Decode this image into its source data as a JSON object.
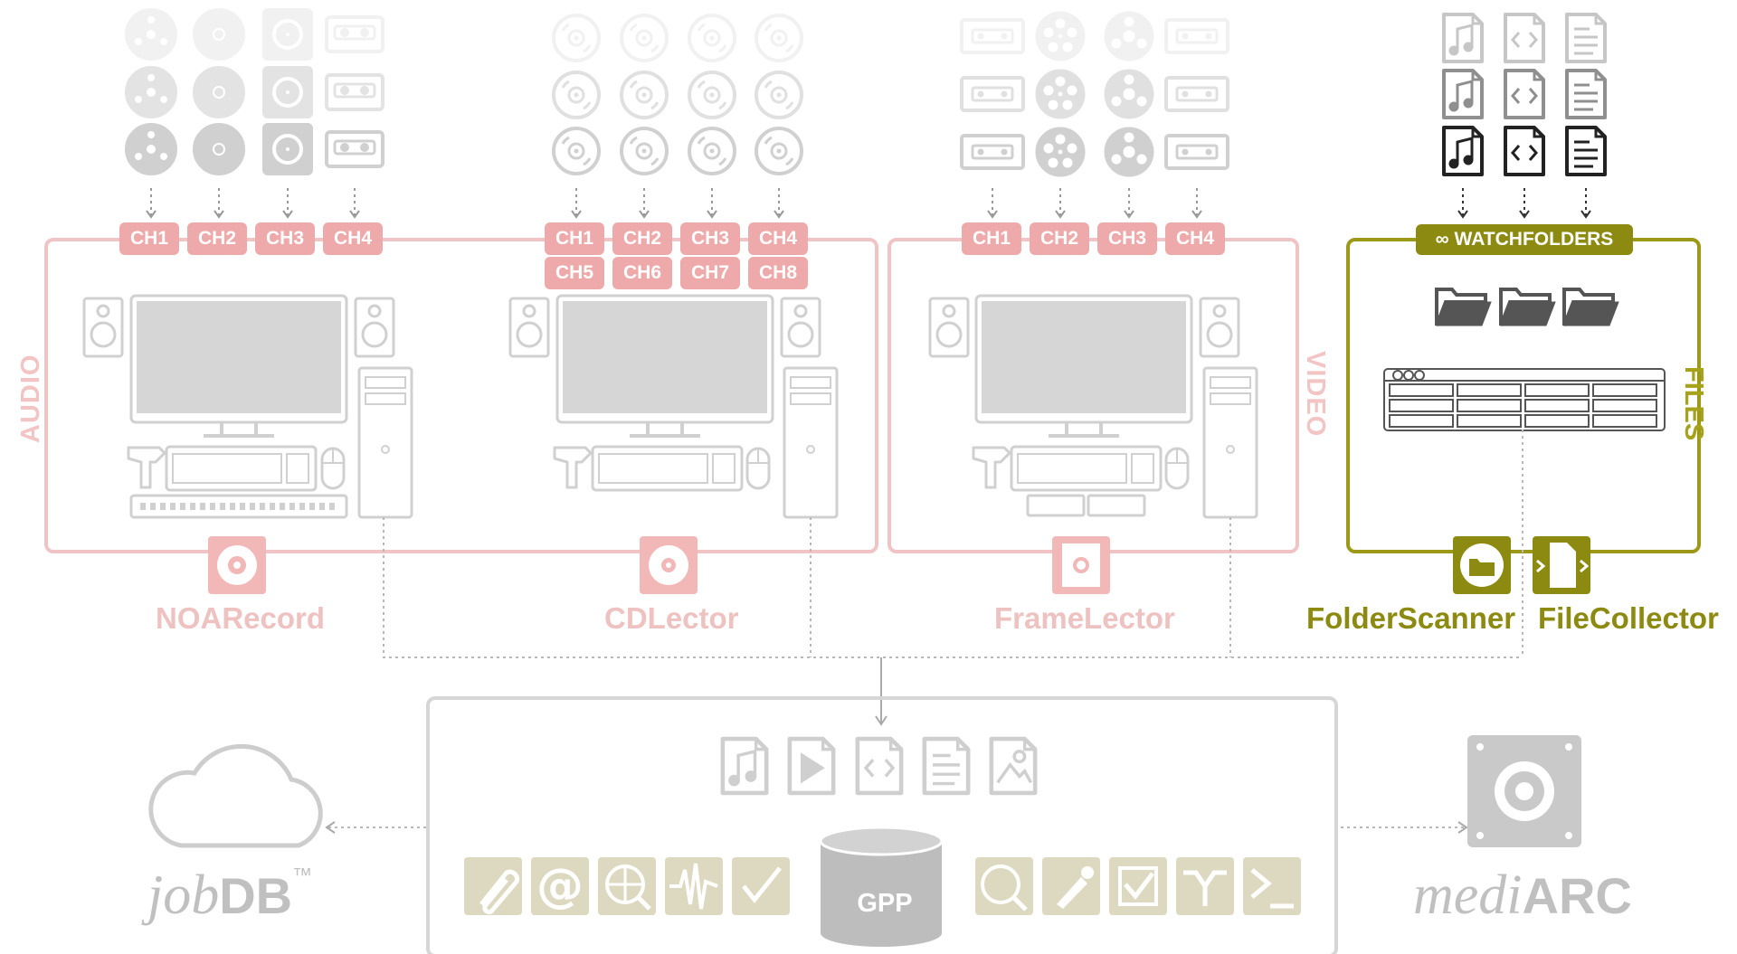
{
  "sections": {
    "audio": "AUDIO",
    "video": "VIDEO",
    "files": "FILES"
  },
  "channels": {
    "audio": [
      "CH1",
      "CH2",
      "CH3",
      "CH4"
    ],
    "cdlector": [
      "CH1",
      "CH2",
      "CH3",
      "CH4",
      "CH5",
      "CH6",
      "CH7",
      "CH8"
    ],
    "video": [
      "CH1",
      "CH2",
      "CH3",
      "CH4"
    ]
  },
  "watchfolders": {
    "symbol": "∞",
    "label": "WATCHFOLDERS"
  },
  "apps": {
    "noarecord": "NOARecord",
    "cdlector": "CDLector",
    "framelector": "FrameLector",
    "folderscanner": "FolderScanner",
    "filecollector": "FileCollector"
  },
  "center": {
    "db_label": "GPP"
  },
  "brands": {
    "jobdb_prefix": "job",
    "jobdb_suffix": "DB",
    "jobdb_tm": "™",
    "mediarc_prefix": "medi",
    "mediarc_suffix": "ARC"
  },
  "icons": {
    "audio_sources": [
      "tape-reel-icon",
      "vinyl-disc-icon",
      "turntable-icon",
      "cassette-icon"
    ],
    "cd_sources": [
      "cd-disc-icon"
    ],
    "video_sources": [
      "vhs-tape-icon",
      "film-reel-icon",
      "tape-reel-icon",
      "vhs-tape-icon"
    ],
    "file_sources": [
      "audio-file-icon",
      "code-file-icon",
      "text-file-icon"
    ],
    "gpp_formats": [
      "audio-file-icon",
      "video-file-icon",
      "code-file-icon",
      "text-file-icon",
      "image-file-icon"
    ],
    "gpp_tools_left": [
      "paperclip-icon",
      "email-icon",
      "web-search-icon",
      "waveform-icon",
      "film-check-icon"
    ],
    "gpp_tools_right": [
      "film-search-icon",
      "eyedropper-icon",
      "checkbox-icon",
      "workflow-icon",
      "terminal-icon"
    ],
    "cloud": "cloud-icon",
    "archive": "archive-drive-icon"
  },
  "colors": {
    "audio_video_accent": "#eeaaaa",
    "files_accent": "#8c8a10",
    "grey": "#c0c0c0",
    "olive_light": "#ddd9c0"
  }
}
